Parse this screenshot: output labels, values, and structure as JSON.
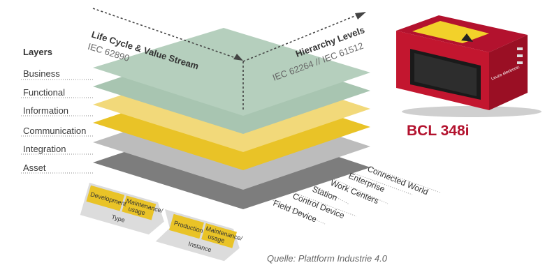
{
  "diagram": {
    "layers_header": "Layers",
    "layers": [
      "Business",
      "Functional",
      "Information",
      "Communication",
      "Integration",
      "Asset"
    ],
    "axis_lifecycle": {
      "title": "Life Cycle & Value Stream",
      "subtitle": "IEC 62890"
    },
    "axis_hierarchy": {
      "title": "Hierarchy Levels",
      "subtitle": "IEC 62264 // IEC 61512"
    },
    "hierarchy_levels": [
      "Connected World",
      "Enterprise",
      "Work Centers",
      "Station",
      "Control Device",
      "Field Device"
    ],
    "lifecycle": {
      "type_group": {
        "label": "Type",
        "steps": [
          "Development",
          "Maintenance/\nusage"
        ]
      },
      "instance_group": {
        "label": "Instance",
        "steps": [
          "Production",
          "Maintenance/\nusage"
        ]
      }
    },
    "layer_colors": [
      "#a9c7b3",
      "#a9c7b3",
      "#f2d879",
      "#e9c327",
      "#b9b9b9",
      "#7d7d7d"
    ]
  },
  "product": {
    "name": "BCL 348i",
    "brand_color": "#b3122e",
    "logo_text": "Leuze electronic"
  },
  "source": "Quelle: Plattform Industrie 4.0"
}
